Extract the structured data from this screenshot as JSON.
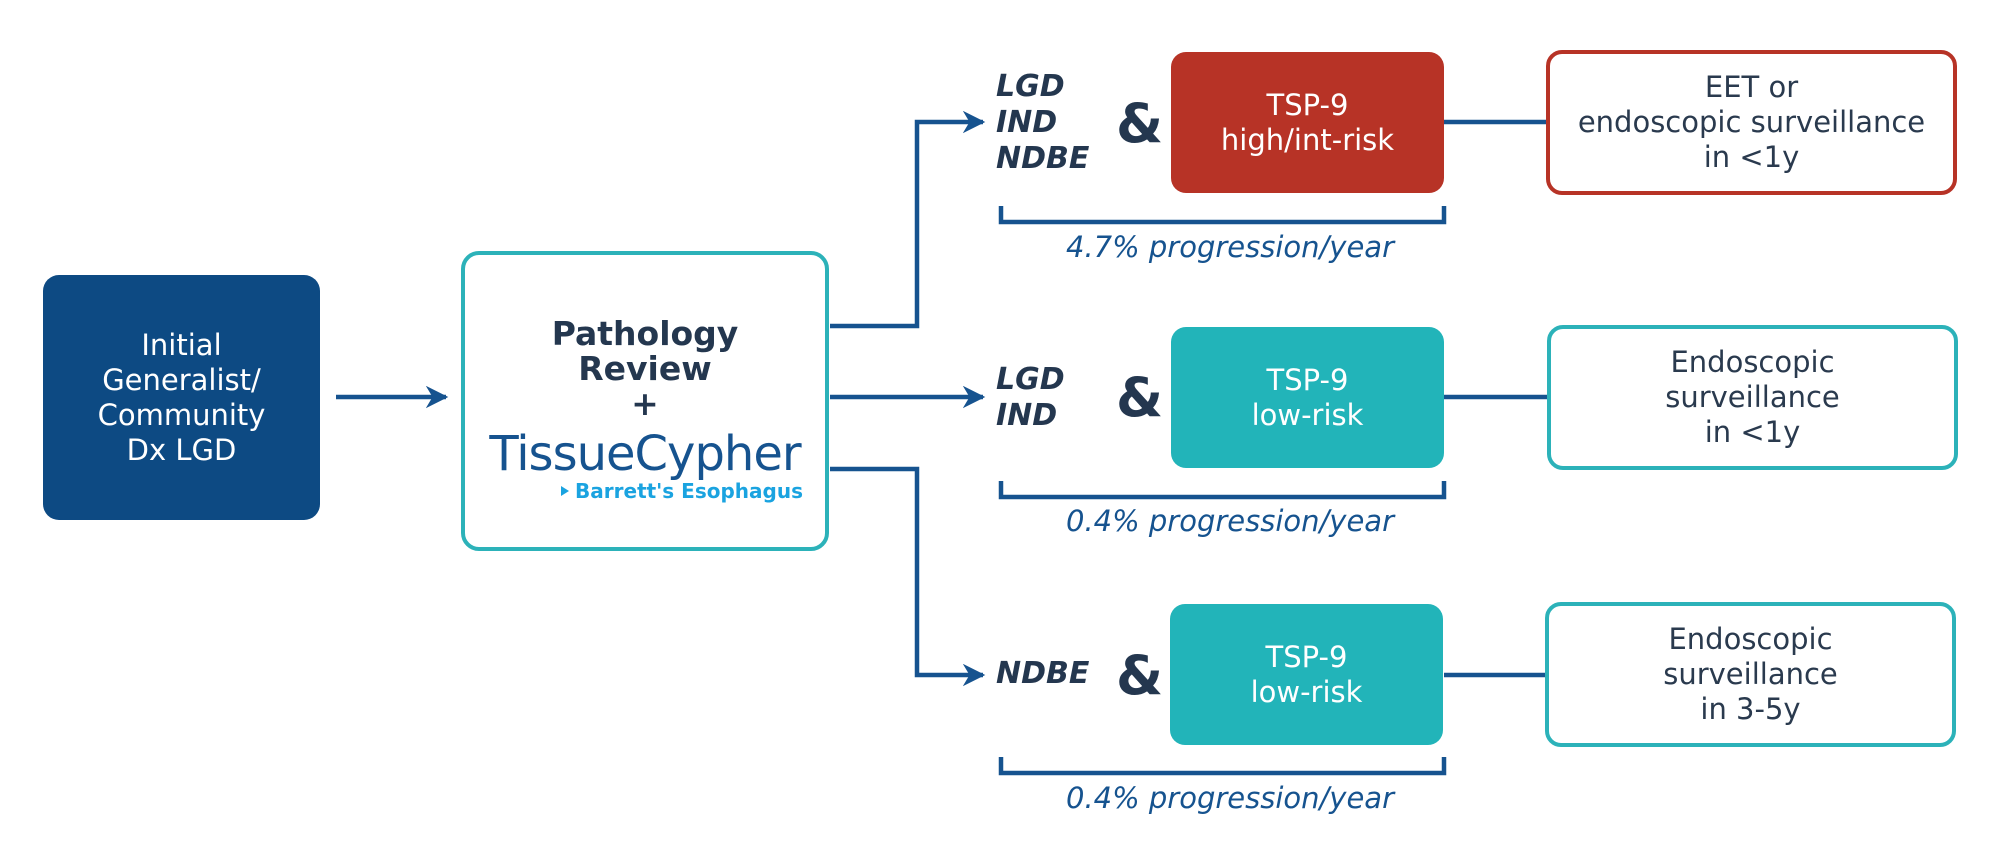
{
  "start_box": {
    "lines": [
      "Initial",
      "Generalist/",
      "Community",
      "Dx LGD"
    ]
  },
  "review_box": {
    "title_lines": [
      "Pathology",
      "Review",
      "+"
    ],
    "brand": "TissueCypher",
    "brand_sub": "Barrett's Esophagus"
  },
  "branches": [
    {
      "diagnoses": [
        "LGD",
        "IND",
        "NDBE"
      ],
      "amp": "&",
      "tsp_lines": [
        "TSP-9",
        "high/int-risk"
      ],
      "progression": "4.7% progression/year",
      "outcome_lines": [
        "EET or",
        "endoscopic surveillance",
        "in <1y"
      ],
      "color": "#b73326"
    },
    {
      "diagnoses": [
        "LGD",
        "IND"
      ],
      "amp": "&",
      "tsp_lines": [
        "TSP-9",
        "low-risk"
      ],
      "progression": "0.4% progression/year",
      "outcome_lines": [
        "Endoscopic",
        "surveillance",
        "in <1y"
      ],
      "color": "#22b4b9"
    },
    {
      "diagnoses": [
        "NDBE"
      ],
      "amp": "&",
      "tsp_lines": [
        "TSP-9",
        "low-risk"
      ],
      "progression": "0.4% progression/year",
      "outcome_lines": [
        "Endoscopic",
        "surveillance",
        "in 3-5y"
      ],
      "color": "#22b4b9"
    }
  ],
  "colors": {
    "navy": "#0d4a83",
    "teal": "#22b4b9",
    "red": "#b73326",
    "connector": "#16538f",
    "text_dark": "#24374f"
  }
}
